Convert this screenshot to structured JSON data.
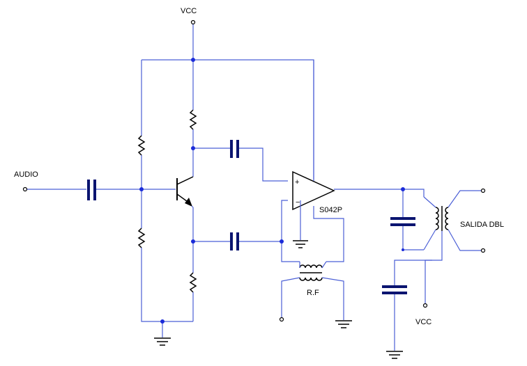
{
  "labels": {
    "vcc_top": "VCC",
    "audio": "AUDIO",
    "opamp": "S042P",
    "rf": "R.F",
    "salida": "SALIDA DBL",
    "vcc_bottom": "VCC"
  },
  "opamp": {
    "plus": "+",
    "minus": "−"
  },
  "colors": {
    "wire": "#4b5fd6",
    "component": "#000000",
    "capacitor": "#0a1470",
    "junction": "#1b2bd9"
  }
}
